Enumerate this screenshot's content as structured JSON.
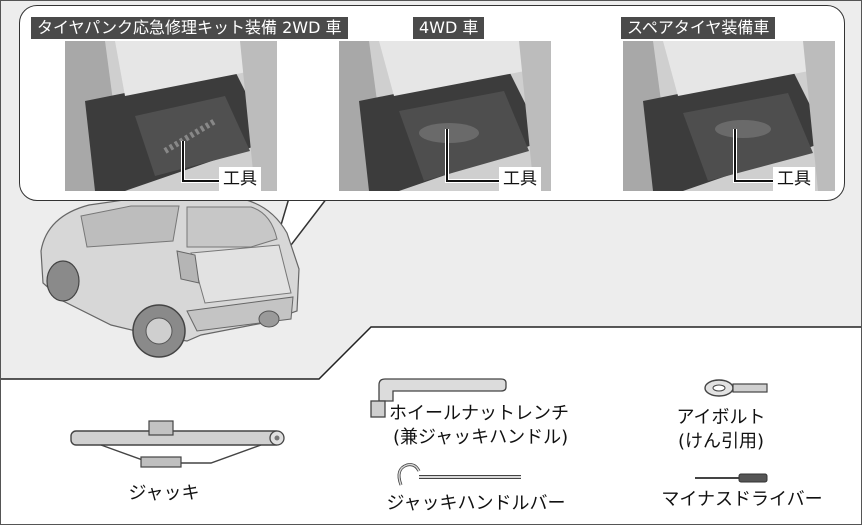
{
  "panel": {
    "variants": [
      {
        "name": "タイヤパンク応急修理キット装備 2WD 車",
        "tool_label": "工具"
      },
      {
        "name": "4WD 車",
        "tool_label": "工具"
      },
      {
        "name": "スペアタイヤ装備車",
        "tool_label": "工具"
      }
    ]
  },
  "tools": {
    "jack": "ジャッキ",
    "wheel_nut_wrench_line1": "ホイールナットレンチ",
    "wheel_nut_wrench_line2": "(兼ジャッキハンドル)",
    "jack_handle_bar": "ジャッキハンドルバー",
    "eye_bolt_line1": "アイボルト",
    "eye_bolt_line2": "(けん引用)",
    "screwdriver": "マイナスドライバー"
  },
  "colors": {
    "background": "#ededed",
    "panel": "#ffffff",
    "tag": "#4a4a4a",
    "line": "#222222"
  }
}
